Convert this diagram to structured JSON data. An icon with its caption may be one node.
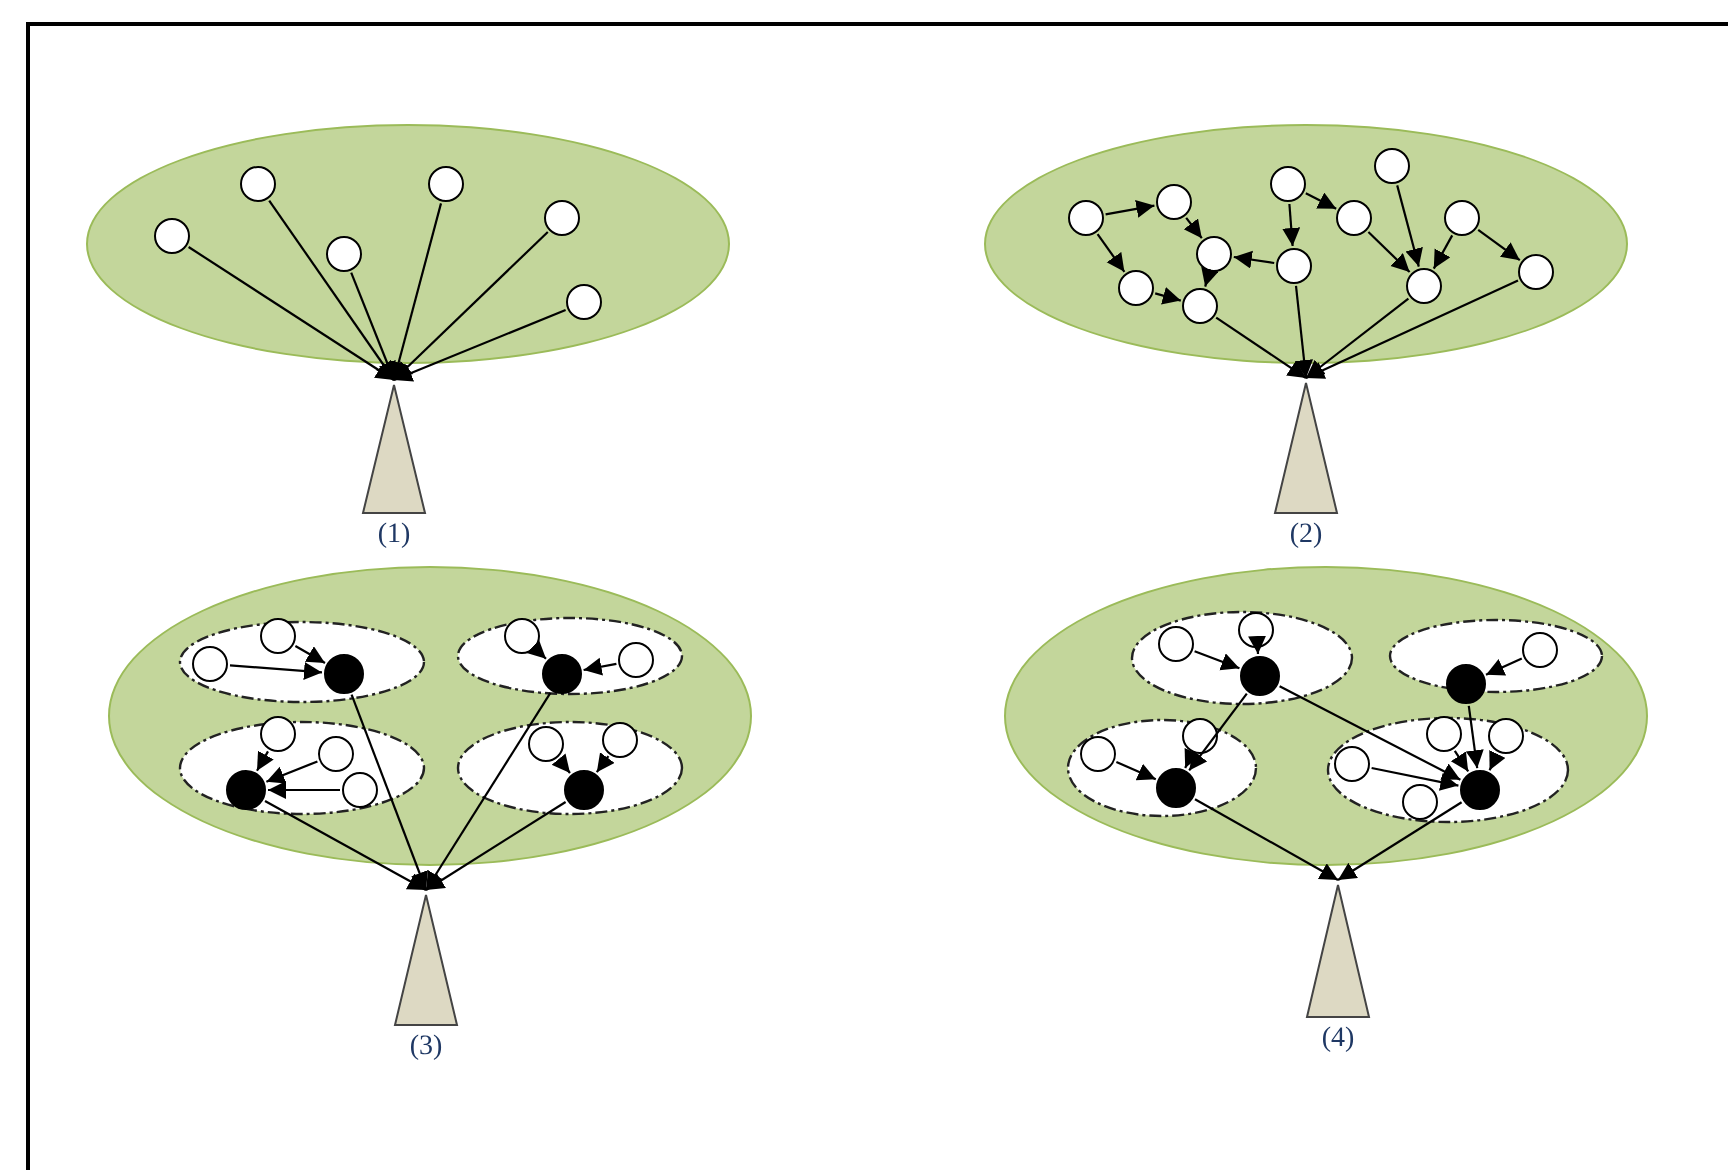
{
  "diagram": {
    "nodes": [
      {
        "text": [],
        "shape": "ellipse"
      },
      {
        "text": [],
        "shape": "circle",
        "in": 0
      },
      {
        "text": [],
        "shape": "circle",
        "in": 0
      },
      {
        "text": [],
        "shape": "circle",
        "in": 0
      },
      {
        "text": [],
        "shape": "circle",
        "in": 0
      },
      {
        "text": [],
        "shape": "circle",
        "in": 0
      },
      {
        "text": [],
        "shape": "circle",
        "in": 0
      },
      {
        "text": [],
        "shape": "triangle",
        "beside": [
          "(1)"
        ]
      },
      {
        "text": [],
        "shape": "ellipse"
      },
      {
        "text": [],
        "shape": "circle",
        "in": 8
      },
      {
        "text": [],
        "shape": "circle",
        "in": 8
      },
      {
        "text": [],
        "shape": "circle",
        "in": 8
      },
      {
        "text": [],
        "shape": "circle",
        "in": 8
      },
      {
        "text": [],
        "shape": "circle",
        "in": 8
      },
      {
        "text": [],
        "shape": "circle",
        "in": 8
      },
      {
        "text": [],
        "shape": "circle",
        "in": 8
      },
      {
        "text": [],
        "shape": "circle",
        "in": 8
      },
      {
        "text": [],
        "shape": "circle",
        "in": 8
      },
      {
        "text": [],
        "shape": "circle",
        "in": 8
      },
      {
        "text": [],
        "shape": "circle",
        "in": 8
      },
      {
        "text": [],
        "shape": "circle",
        "in": 8
      },
      {
        "text": [],
        "shape": "triangle",
        "beside": [
          "(2)"
        ]
      },
      {
        "text": [],
        "shape": "ellipse"
      },
      {
        "text": [],
        "shape": "ellipse",
        "in": 22
      },
      {
        "text": [],
        "shape": "circle",
        "in": 23
      },
      {
        "text": [],
        "shape": "circle",
        "in": 23
      },
      {
        "text": [],
        "shape": "dot",
        "in": 23
      },
      {
        "text": [],
        "shape": "ellipse",
        "in": 22
      },
      {
        "text": [],
        "shape": "circle",
        "in": 27
      },
      {
        "text": [],
        "shape": "dot",
        "in": 27
      },
      {
        "text": [],
        "shape": "circle",
        "in": 27
      },
      {
        "text": [],
        "shape": "ellipse",
        "in": 22
      },
      {
        "text": [],
        "shape": "circle",
        "in": 31
      },
      {
        "text": [],
        "shape": "circle",
        "in": 31
      },
      {
        "text": [],
        "shape": "dot",
        "in": 31
      },
      {
        "text": [],
        "shape": "circle",
        "in": 31
      },
      {
        "text": [],
        "shape": "ellipse",
        "in": 22
      },
      {
        "text": [],
        "shape": "circle",
        "in": 36
      },
      {
        "text": [],
        "shape": "dot",
        "in": 36
      },
      {
        "text": [],
        "shape": "circle",
        "in": 36
      },
      {
        "text": [],
        "shape": "triangle",
        "beside": [
          "(3)"
        ]
      },
      {
        "text": [],
        "shape": "ellipse"
      },
      {
        "text": [],
        "shape": "ellipse",
        "in": 41
      },
      {
        "text": [],
        "shape": "circle",
        "in": 42
      },
      {
        "text": [],
        "shape": "circle",
        "in": 42
      },
      {
        "text": [],
        "shape": "dot",
        "in": 42
      },
      {
        "text": [],
        "shape": "ellipse",
        "in": 41
      },
      {
        "text": [],
        "shape": "dot",
        "in": 46
      },
      {
        "text": [],
        "shape": "circle",
        "in": 46
      },
      {
        "text": [],
        "shape": "ellipse",
        "in": 41
      },
      {
        "text": [],
        "shape": "circle",
        "in": 49
      },
      {
        "text": [],
        "shape": "circle",
        "in": 49
      },
      {
        "text": [],
        "shape": "dot",
        "in": 49
      },
      {
        "text": [],
        "shape": "ellipse",
        "in": 41
      },
      {
        "text": [],
        "shape": "circle",
        "in": 53
      },
      {
        "text": [],
        "shape": "circle",
        "in": 53
      },
      {
        "text": [],
        "shape": "circle",
        "in": 53
      },
      {
        "text": [],
        "shape": "circle",
        "in": 53
      },
      {
        "text": [],
        "shape": "dot",
        "in": 53
      },
      {
        "text": [],
        "shape": "triangle",
        "beside": [
          "(4)"
        ]
      }
    ],
    "edges": [
      {
        "from": 1,
        "to": 7,
        "arrow": "to"
      },
      {
        "from": 2,
        "to": 7,
        "arrow": "to"
      },
      {
        "from": 3,
        "to": 7,
        "arrow": "to"
      },
      {
        "from": 4,
        "to": 7,
        "arrow": "to"
      },
      {
        "from": 5,
        "to": 7,
        "arrow": "to"
      },
      {
        "from": 6,
        "to": 7,
        "arrow": "to"
      },
      {
        "from": 9,
        "to": 10,
        "arrow": "to"
      },
      {
        "from": 9,
        "to": 12,
        "arrow": "to"
      },
      {
        "from": 10,
        "to": 11,
        "arrow": "to"
      },
      {
        "from": 12,
        "to": 13,
        "arrow": "to"
      },
      {
        "from": 15,
        "to": 11,
        "arrow": "to"
      },
      {
        "from": 11,
        "to": 13,
        "arrow": "to"
      },
      {
        "from": 14,
        "to": 15,
        "arrow": "to"
      },
      {
        "from": 14,
        "to": 16,
        "arrow": "to"
      },
      {
        "from": 16,
        "to": 18,
        "arrow": "to"
      },
      {
        "from": 17,
        "to": 18,
        "arrow": "to"
      },
      {
        "from": 19,
        "to": 18,
        "arrow": "to"
      },
      {
        "from": 19,
        "to": 20,
        "arrow": "to"
      },
      {
        "from": 13,
        "to": 21,
        "arrow": "to"
      },
      {
        "from": 15,
        "to": 21,
        "arrow": "to"
      },
      {
        "from": 18,
        "to": 21,
        "arrow": "to"
      },
      {
        "from": 20,
        "to": 21,
        "arrow": "to"
      },
      {
        "from": 24,
        "to": 26,
        "arrow": "to"
      },
      {
        "from": 25,
        "to": 26,
        "arrow": "to"
      },
      {
        "from": 28,
        "to": 29,
        "arrow": "to"
      },
      {
        "from": 30,
        "to": 29,
        "arrow": "to"
      },
      {
        "from": 32,
        "to": 34,
        "arrow": "to"
      },
      {
        "from": 33,
        "to": 34,
        "arrow": "to"
      },
      {
        "from": 35,
        "to": 34,
        "arrow": "to"
      },
      {
        "from": 37,
        "to": 38,
        "arrow": "to"
      },
      {
        "from": 39,
        "to": 38,
        "arrow": "to"
      },
      {
        "from": 26,
        "to": 40,
        "arrow": "to"
      },
      {
        "from": 29,
        "to": 40,
        "arrow": "to"
      },
      {
        "from": 34,
        "to": 40,
        "arrow": "to"
      },
      {
        "from": 38,
        "to": 40,
        "arrow": "to"
      },
      {
        "from": 43,
        "to": 45,
        "arrow": "to"
      },
      {
        "from": 44,
        "to": 45,
        "arrow": "to"
      },
      {
        "from": 48,
        "to": 47,
        "arrow": "to"
      },
      {
        "from": 50,
        "to": 52,
        "arrow": "to"
      },
      {
        "from": 51,
        "to": 52,
        "arrow": "to"
      },
      {
        "from": 54,
        "to": 58,
        "arrow": "to"
      },
      {
        "from": 56,
        "to": 58,
        "arrow": "to"
      },
      {
        "from": 57,
        "to": 58,
        "arrow": "to"
      },
      {
        "from": 45,
        "to": 52,
        "arrow": "to"
      },
      {
        "from": 45,
        "to": 58,
        "arrow": "to"
      },
      {
        "from": 47,
        "to": 58,
        "arrow": "to"
      },
      {
        "from": 52,
        "to": 59,
        "arrow": "to"
      },
      {
        "from": 58,
        "to": 59,
        "arrow": "to"
      }
    ]
  }
}
